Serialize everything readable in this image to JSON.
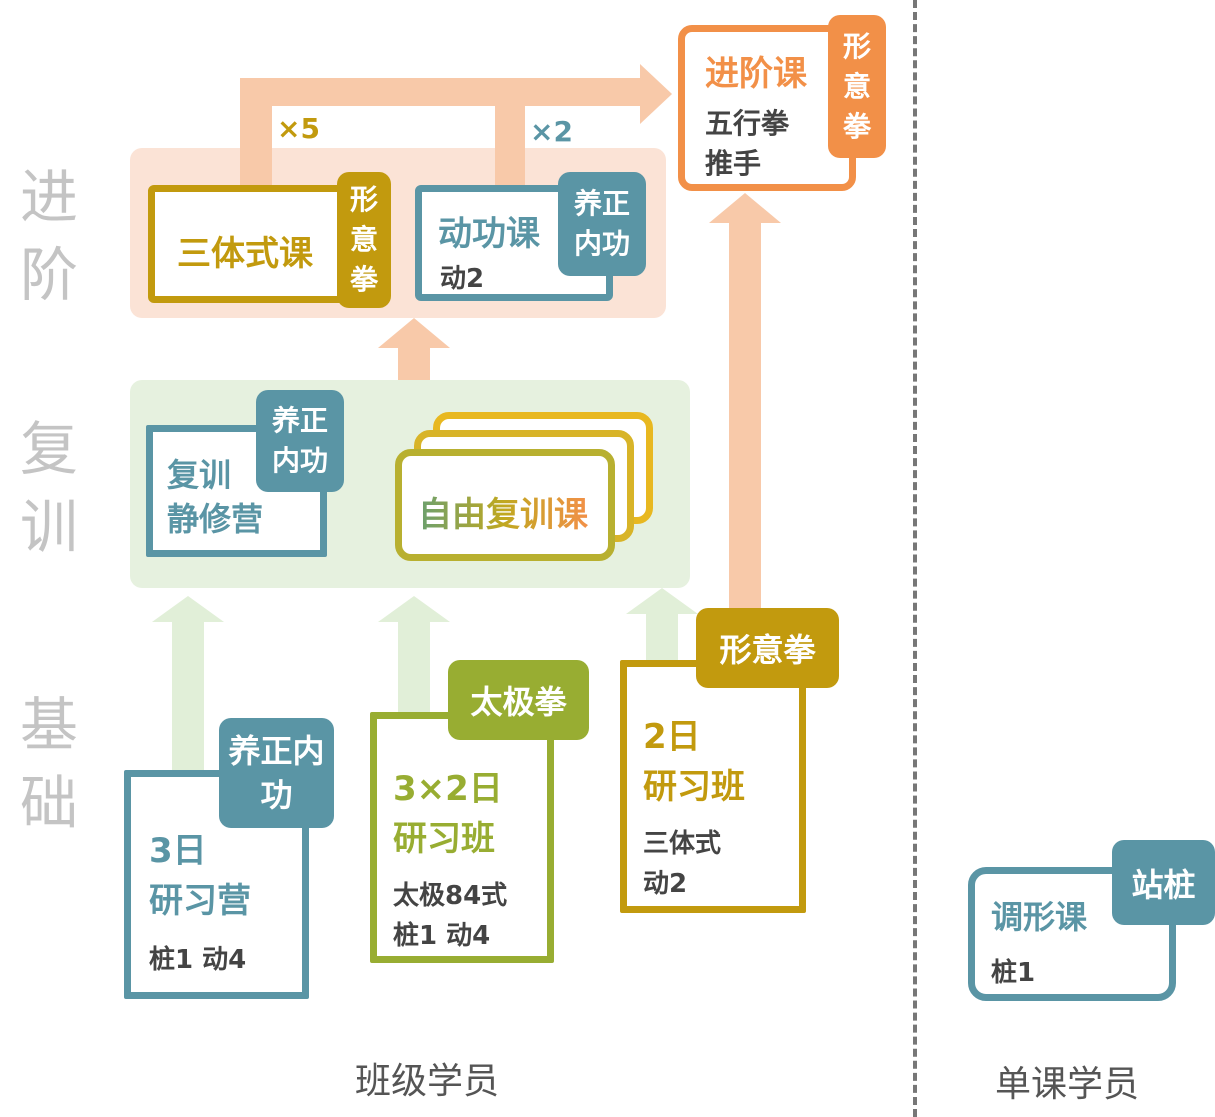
{
  "side_labels": {
    "advanced": "进阶",
    "retrain": "复训",
    "basic": "基础"
  },
  "multipliers": {
    "x5": "×5",
    "x2": "×2"
  },
  "advanced": {
    "santishi": {
      "title": "三体式课",
      "tag": "形意拳"
    },
    "donggong": {
      "title": "动功课",
      "sub": "动2",
      "tag": "养正内功"
    },
    "jinjie": {
      "title": "进阶课",
      "sub1": "五行拳",
      "sub2": "推手",
      "tag": "形意拳"
    }
  },
  "retrain": {
    "jingxiu": {
      "title1": "复训",
      "title2": "静修营",
      "tag": "养正内功"
    },
    "ziyou": {
      "title": "自由复训课"
    }
  },
  "basic": {
    "camp3": {
      "title1": "3日",
      "title2": "研习营",
      "sub": "桩1 动4",
      "tag": "养正内功"
    },
    "class32": {
      "title1": "3×2日",
      "title2": "研习班",
      "sub1": "太极84式",
      "sub2": "桩1 动4",
      "tag": "太极拳"
    },
    "class2": {
      "title1": "2日",
      "title2": "研习班",
      "sub1": "三体式",
      "sub2": "动2",
      "tag": "形意拳"
    }
  },
  "single": {
    "tiaoxing": {
      "title": "调形课",
      "sub": "桩1",
      "tag": "站桩"
    }
  },
  "footer": {
    "class_students": "班级学员",
    "single_students": "单课学员"
  },
  "colors": {
    "teal": "#5a95a5",
    "gold": "#c29a0e",
    "green": "#98ad32",
    "orange": "#f29048",
    "peach": "#f8c9a9",
    "light_green": "#e1efd8"
  }
}
